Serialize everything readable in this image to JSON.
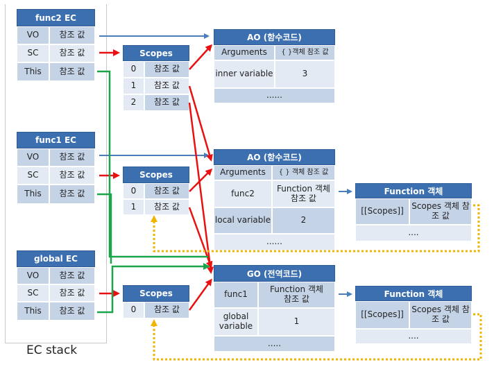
{
  "ec_stack_label": "EC stack",
  "ec_contexts": [
    {
      "title": "func2 EC",
      "rows": [
        {
          "key": "VO",
          "value": "참조 값"
        },
        {
          "key": "SC",
          "value": "참조 값"
        },
        {
          "key": "This",
          "value": "참조 값"
        }
      ]
    },
    {
      "title": "func1 EC",
      "rows": [
        {
          "key": "VO",
          "value": "참조 값"
        },
        {
          "key": "SC",
          "value": "참조 값"
        },
        {
          "key": "This",
          "value": "참조 값"
        }
      ]
    },
    {
      "title": "global EC",
      "rows": [
        {
          "key": "VO",
          "value": "참조 값"
        },
        {
          "key": "SC",
          "value": "참조 값"
        },
        {
          "key": "This",
          "value": "참조 값"
        }
      ]
    }
  ],
  "scopes": [
    {
      "title": "Scopes",
      "rows": [
        {
          "index": "0",
          "value": "참조 값"
        },
        {
          "index": "1",
          "value": "참조 값"
        },
        {
          "index": "2",
          "value": "참조 값"
        }
      ]
    },
    {
      "title": "Scopes",
      "rows": [
        {
          "index": "0",
          "value": "참조 값"
        },
        {
          "index": "1",
          "value": "참조 값"
        }
      ]
    },
    {
      "title": "Scopes",
      "rows": [
        {
          "index": "0",
          "value": "참조 값"
        }
      ]
    }
  ],
  "ao_func2": {
    "title": "AO (함수코드)",
    "rows": [
      {
        "key": "Arguments",
        "value": "{ }객체 참조 값"
      },
      {
        "key": "inner variable",
        "value": "3"
      }
    ],
    "footer": "......"
  },
  "ao_func1": {
    "title": "AO (함수코드)",
    "rows": [
      {
        "key": "Arguments",
        "value": "{ } 객체 참조 값"
      },
      {
        "key": "func2",
        "value": "Function 객체 참조 값"
      },
      {
        "key": "local variable",
        "value": "2"
      }
    ],
    "footer": "......"
  },
  "go": {
    "title": "GO (전역코드)",
    "rows": [
      {
        "key": "func1",
        "value": "Function 객체 참조 값"
      },
      {
        "key": "global variable",
        "value": "1"
      }
    ],
    "footer": "....."
  },
  "function_objects": [
    {
      "title": "Function 객체",
      "key": "[[Scopes]]",
      "value": "Scopes 객체 참조 값",
      "footer": "...."
    },
    {
      "title": "Function 객체",
      "key": "[[Scopes]]",
      "value": "Scopes 객체 참조 값",
      "footer": "...."
    }
  ],
  "colors": {
    "header": "#3c6fb0",
    "blue_arrow": "#4a7ebb",
    "red_arrow": "#e81010",
    "green_arrow": "#1aa54a",
    "orange_dotted": "#f0b400"
  }
}
